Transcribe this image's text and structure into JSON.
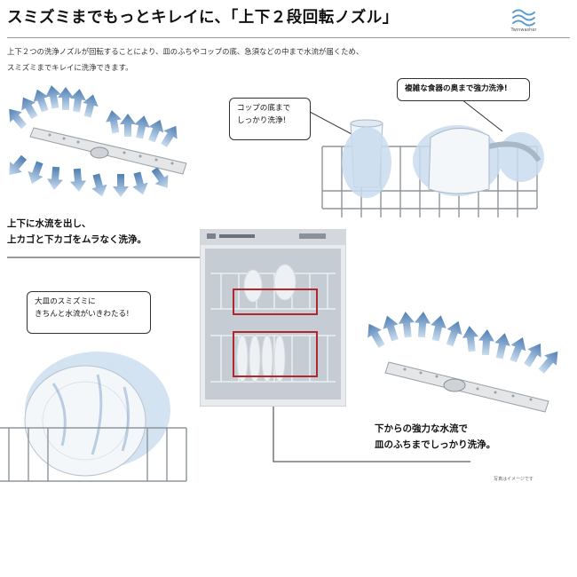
{
  "header": {
    "title": "スミズミまでもっとキレイに、「上下２段回転ノズル」",
    "description_line1": "上下２つの洗浄ノズルが回転することにより、皿のふちやコップの底、急須などの中まで水流が届くため、",
    "description_line2": "スミズミまでキレイに洗浄できます。",
    "brand_caption": "Twinwasher"
  },
  "callouts": {
    "cup_bottom": [
      "コップの底まで",
      "しっかり洗浄!"
    ],
    "complex_dishes": "複雑な食器の奥まで強力洗浄!",
    "large_plate": [
      "大皿のスミズミに",
      "きちんと水流がいきわたる!"
    ]
  },
  "captions": {
    "upper": [
      "上下に水流を出し、",
      "上カゴと下カゴをムラなく洗浄。"
    ],
    "lower": [
      "下からの強力な水流で",
      "皿のふちまでしっかり洗浄。"
    ]
  },
  "note": "写真はイメージです",
  "colors": {
    "accent_red": "#b0282f",
    "water_blue": "#4f7fb3",
    "leader_line": "#333333"
  },
  "icons": [
    "water-swirl-logo-icon",
    "upper-nozzle-arm-icon",
    "lower-nozzle-arm-icon",
    "water-spray-arrow-icon",
    "dishwasher-icon"
  ]
}
